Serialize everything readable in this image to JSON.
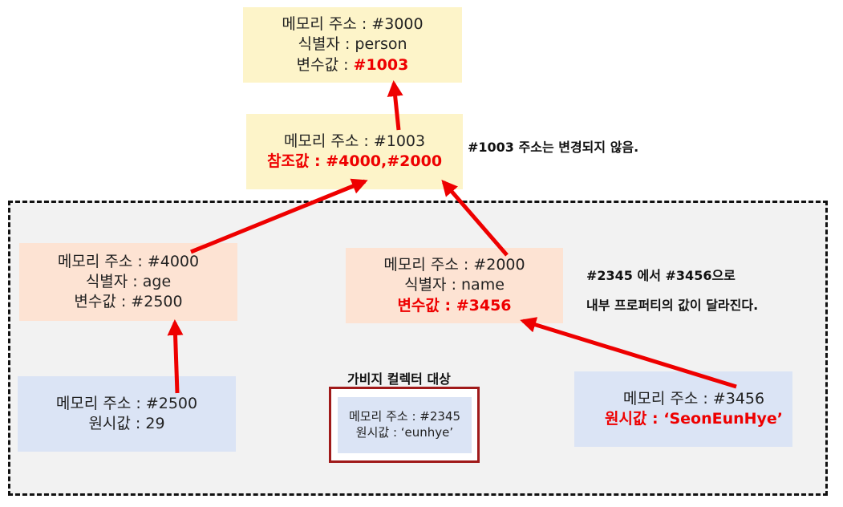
{
  "person_var": {
    "address": "메모리 주소 : #3000",
    "identifier": "식별자 : person",
    "value_label": "변수값 : ",
    "value": "#1003"
  },
  "person_object": {
    "address": "메모리 주소 : #1003",
    "reference": "참조값 : #4000,#2000"
  },
  "note_unchanged": "#1003 주소는 변경되지 않음.",
  "age_var": {
    "address": "메모리 주소 : #4000",
    "identifier": "식별자 : age",
    "value": "변수값 : #2500"
  },
  "name_var": {
    "address": "메모리 주소 : #2000",
    "identifier": "식별자 : name",
    "value": "변수값 : #3456"
  },
  "note_changed": {
    "line1": "#2345 에서 #3456으로",
    "line2": "내부 프로퍼티의 값이 달라진다."
  },
  "age_primitive": {
    "address": "메모리 주소 : #2500",
    "value": "원시값 : 29"
  },
  "gc": {
    "title": "가비지 컬렉터 대상",
    "address": "메모리 주소 : #2345",
    "value": "원시값 : ‘eunhye’"
  },
  "name_primitive": {
    "address": "메모리 주소 : #3456",
    "value": "원시값 : ‘SeonEunHye’"
  },
  "colors": {
    "arrow": "#ee0000",
    "highlight": "#ee0000",
    "yellow_box": "#fdf4c9",
    "peach_box": "#fde3d3",
    "blue_box": "#dbe4f5",
    "gc_border": "#a01a1a"
  }
}
